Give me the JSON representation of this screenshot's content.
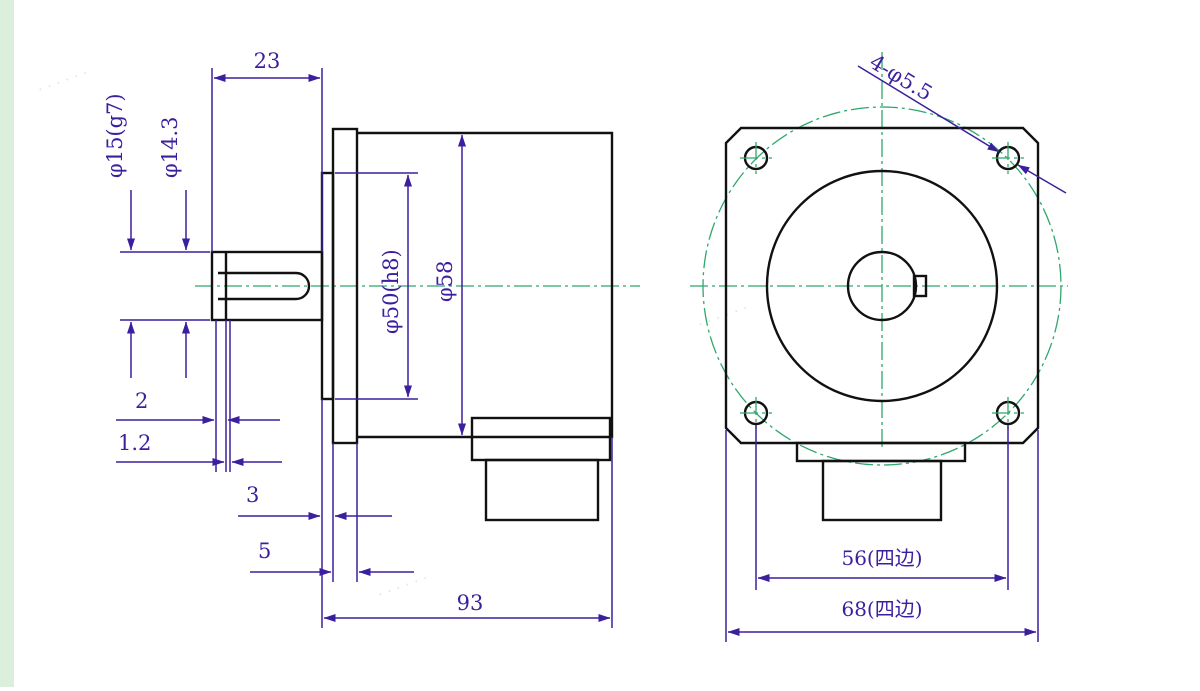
{
  "colors": {
    "object_line": "#111111",
    "dimension_line": "#3b1f9e",
    "center_line": "#2fa86d",
    "background": "#ffffff",
    "left_edge": "#dcefdc"
  },
  "side_view": {
    "dims": {
      "shaft_length": "23",
      "shaft_diameter": "φ15(g7)",
      "shaft_flat": "φ14.3",
      "pilot_diameter": "φ50(h8)",
      "body_diameter": "φ58",
      "collar_2": "2",
      "collar_1_2": "1.2",
      "flange_3": "3",
      "flange_5": "5",
      "body_length": "93"
    }
  },
  "front_view": {
    "dims": {
      "holes": "4-φ5.5",
      "hole_pitch": "56(四边)",
      "flange_square": "68(四边)"
    }
  }
}
